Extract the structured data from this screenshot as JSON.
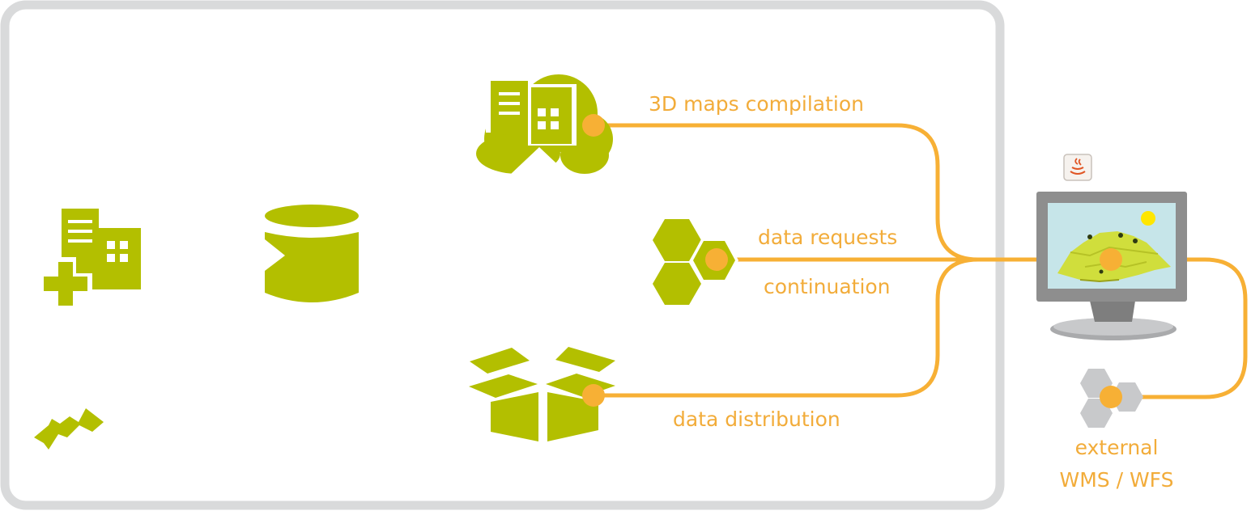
{
  "labels": {
    "maps_compilation": "3D maps compilation",
    "data_requests": "data requests",
    "continuation": "continuation",
    "data_distribution": "data distribution",
    "external_line1": "external",
    "external_line2": "WMS / WFS"
  },
  "colors": {
    "accent_green": "#b3bf00",
    "flow_orange": "#f7b035",
    "label_orange": "#f2ac3a",
    "frame_gray": "#d9dadb",
    "service_gray": "#c8c9cb",
    "monitor_gray": "#8e8e8e"
  },
  "icons": {
    "city_plus": "building-plus-icon",
    "database": "database-icon",
    "tools": "wrench-icon",
    "cloud_building": "cloud-building-icon",
    "web_services": "hexagon-cluster-icon",
    "package": "open-box-icon",
    "java": "java-icon",
    "viewer": "monitor-3d-icon",
    "external_services": "gray-hexagon-cluster-icon"
  }
}
